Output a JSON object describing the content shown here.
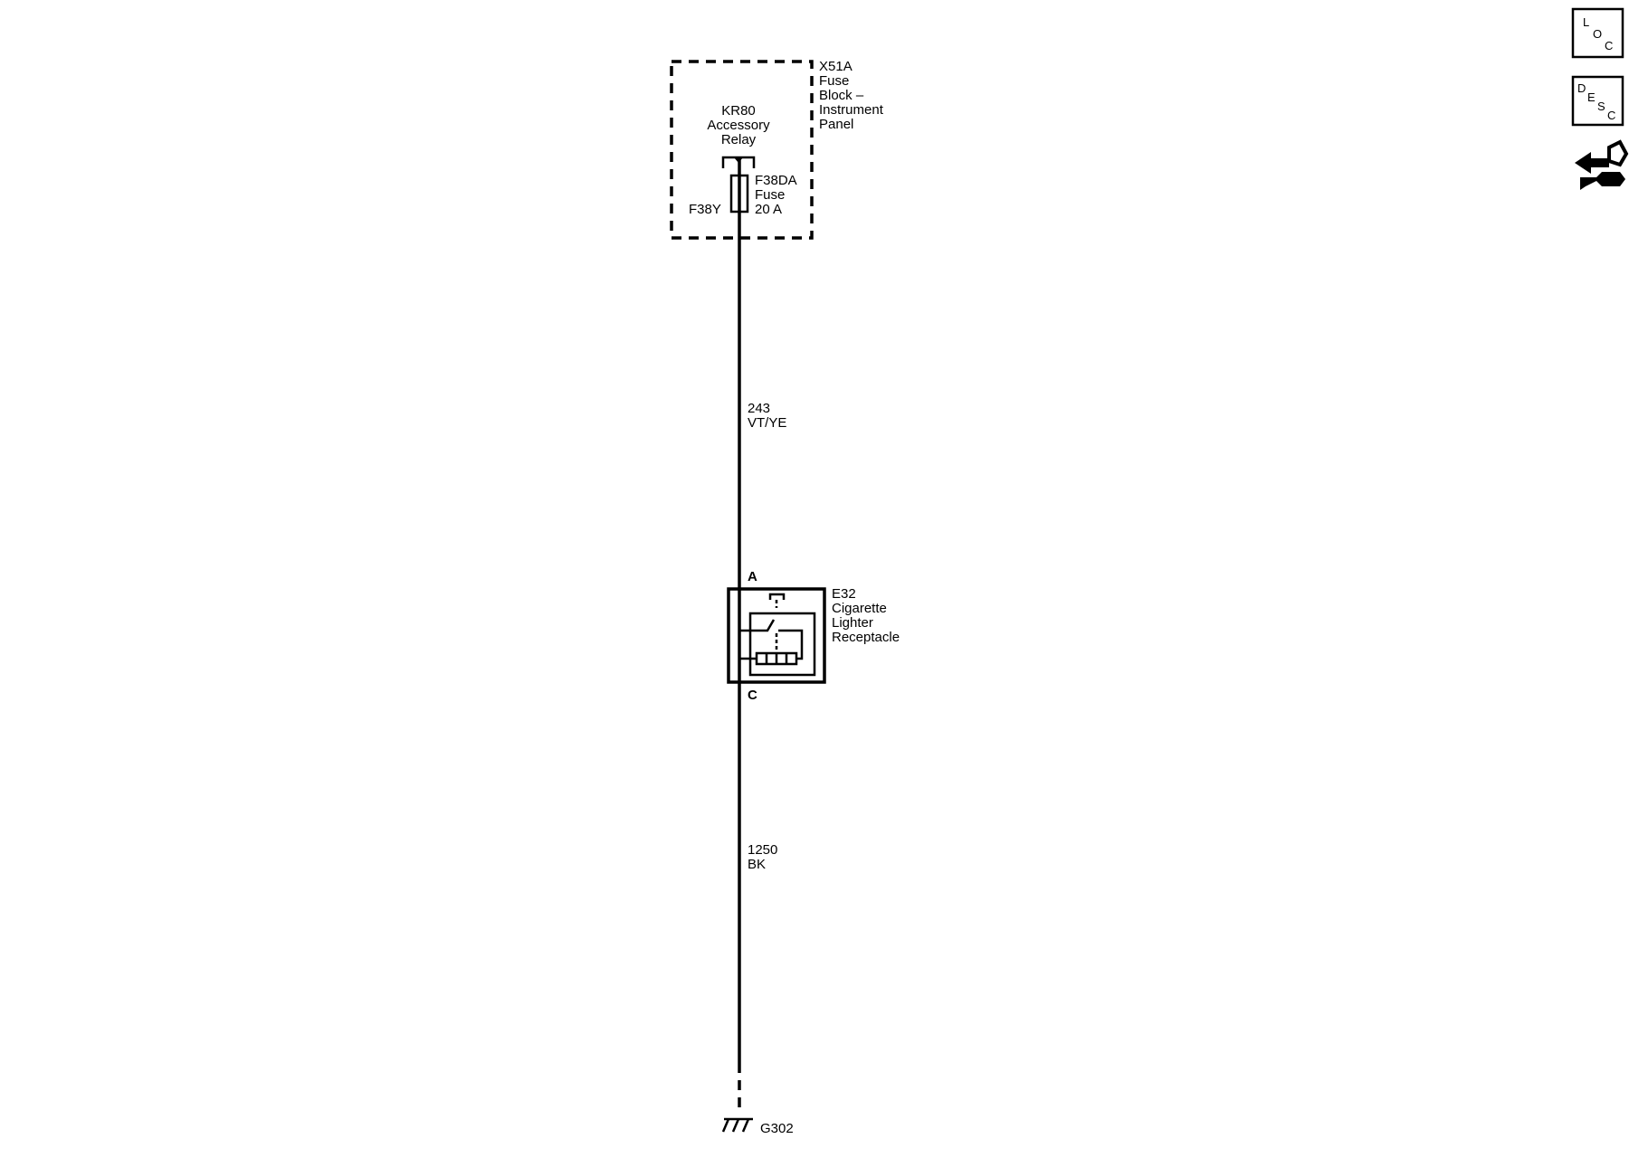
{
  "fuse_block": {
    "id": "X51A",
    "name_lines": [
      "Fuse",
      "Block –",
      "Instrument",
      "Panel"
    ]
  },
  "relay": {
    "lines": [
      "KR80",
      "Accessory",
      "Relay"
    ]
  },
  "fuse": {
    "lines": [
      "F38DA",
      "Fuse",
      "20 A"
    ],
    "cavity": "F38Y"
  },
  "wire_upper": {
    "circuit": "243",
    "color": "VT/YE"
  },
  "lighter": {
    "pin_top": "A",
    "pin_bottom": "C",
    "lines": [
      "E32",
      "Cigarette",
      "Lighter",
      "Receptacle"
    ]
  },
  "wire_lower": {
    "circuit": "1250",
    "color": "BK"
  },
  "ground": {
    "id": "G302"
  },
  "toolbar": {
    "loc": [
      "L",
      "O",
      "C"
    ],
    "desc": [
      "D",
      "E",
      "S",
      "C"
    ],
    "connector_tool_icon": "connector-tool-icon"
  }
}
